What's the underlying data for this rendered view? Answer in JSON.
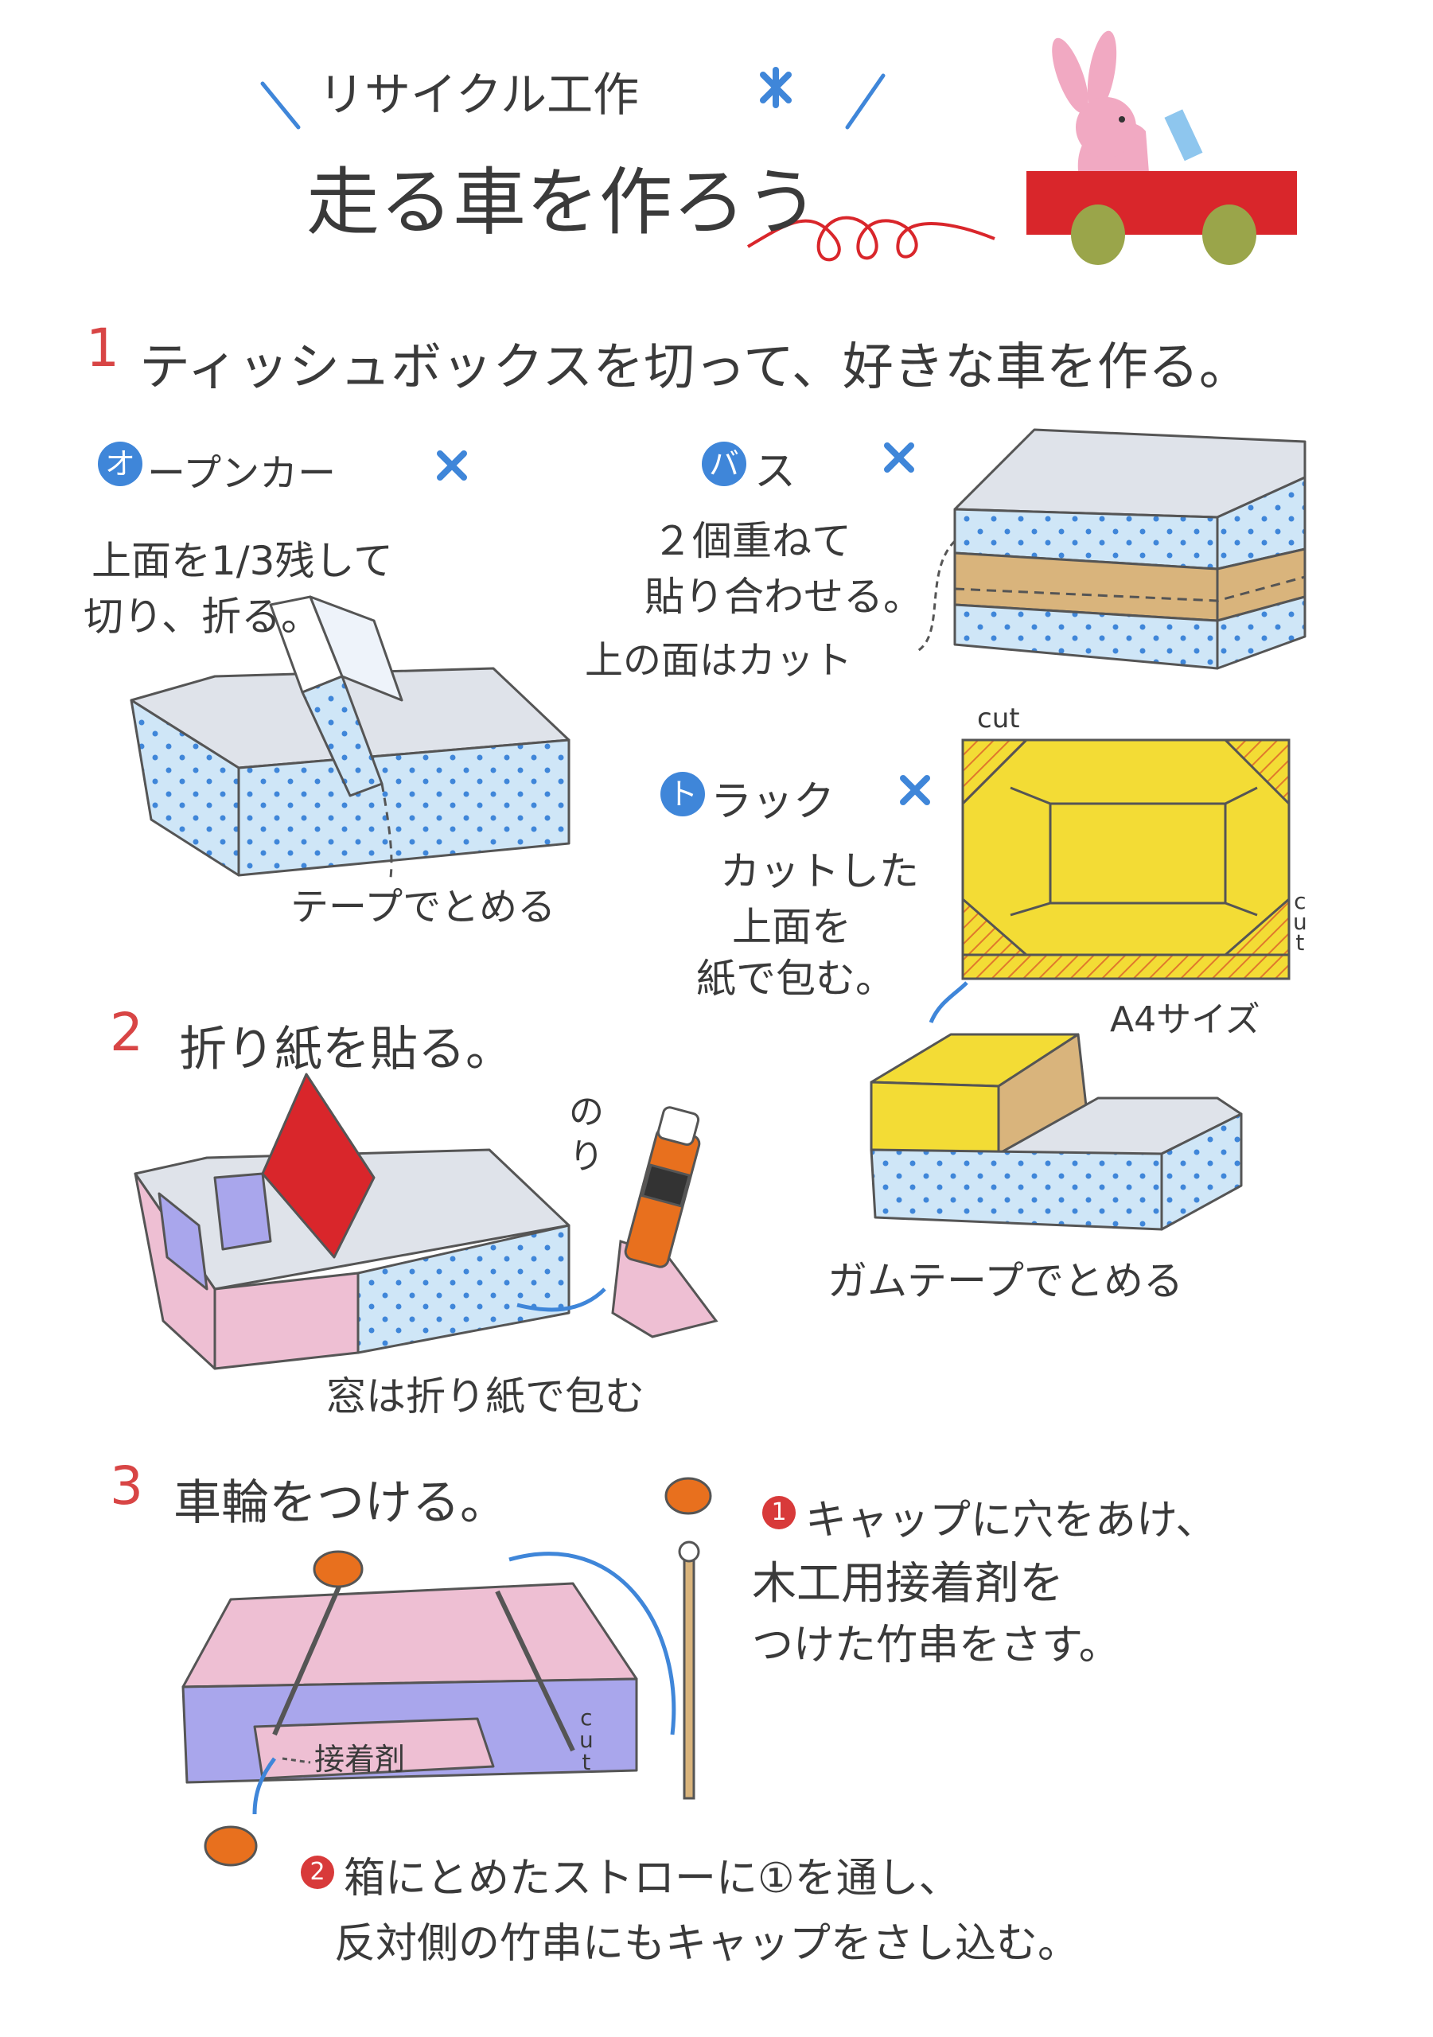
{
  "header": {
    "subtitle": "リサイクル工作",
    "title": "走る車を作ろう"
  },
  "step1": {
    "number": "1",
    "text": "ティッシュボックスを切って、好きな車を作る。",
    "open_car": {
      "badge": "オ",
      "label": "ープンカー",
      "note_line1": "上面を1/3残して",
      "note_line2": "切り、折る。",
      "tape_note": "テープでとめる"
    },
    "bus": {
      "badge": "バ",
      "label": "ス",
      "note_line1": "２個重ねて",
      "note_line2": "貼り合わせる。",
      "cut_note": "上の面はカット"
    },
    "truck": {
      "badge": "ト",
      "label": "ラック",
      "note_line1": "カットした",
      "note_line2": "上面を",
      "note_line3": "紙で包む。",
      "cut_label_top": "cut",
      "cut_label_side": [
        "c",
        "u",
        "t"
      ],
      "size_note": "A4サイズ",
      "tape_note": "ガムテープでとめる"
    }
  },
  "step2": {
    "number": "2",
    "text": "折り紙を貼る。",
    "glue_label": [
      "の",
      "り"
    ],
    "window_note": "窓は折り紙で包む"
  },
  "step3": {
    "number": "3",
    "text": "車輪をつける。",
    "instr1_badge": "1",
    "instr1_line1": "キャップに穴をあけ、",
    "instr1_line2": "木工用接着剤を",
    "instr1_line3": "つけた竹串をさす。",
    "glue_label": "接着剤",
    "cut_label": [
      "c",
      "u",
      "t"
    ],
    "instr2_badge": "2",
    "instr2_line1": "箱にとめたストローに①を通し、",
    "instr2_line2": "反対側の竹串にもキャップをさし込む。"
  },
  "colors": {
    "step_number": "#d84545",
    "badge_blue": "#3f86d9",
    "badge_red": "#d83a3a",
    "box_blue": "#cfe6f7",
    "dots_blue": "#3f86d9",
    "kraft": "#d9b47c",
    "yellow": "#f3dc35",
    "car_red": "#d9262b",
    "wheel_green": "#9aa54a",
    "cap_orange": "#e8701e",
    "paper_pink": "#eebfd3",
    "paper_purple": "#a9a6ec"
  },
  "icons": [
    "sparkle-icon",
    "bunny-car-illustration",
    "squiggle-decoration",
    "glue-stick-icon",
    "bottle-cap-icon",
    "skewer-icon",
    "arrow-icon"
  ]
}
